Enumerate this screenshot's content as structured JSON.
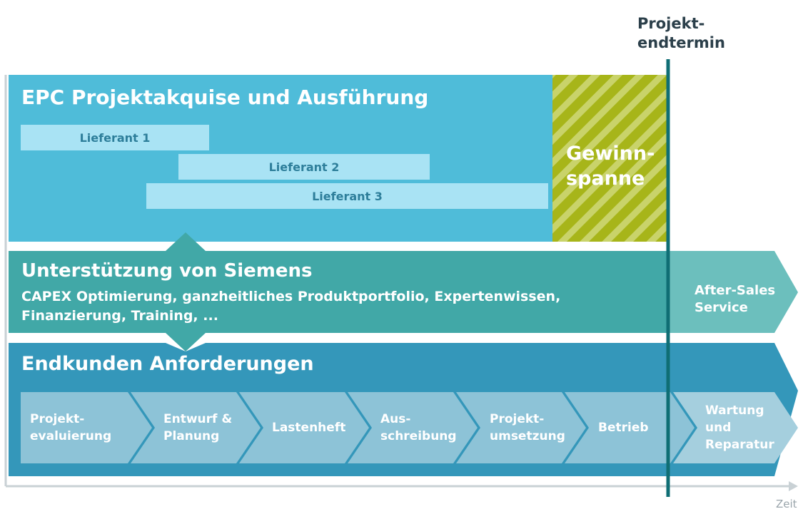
{
  "deadline": {
    "line1": "Projekt-",
    "line2": "endtermin"
  },
  "epc": {
    "title": "EPC Projektakquise und Ausführung",
    "suppliers": [
      "Lieferant 1",
      "Lieferant 2",
      "Lieferant 3"
    ]
  },
  "margin": {
    "line1": "Gewinn-",
    "line2": "spanne"
  },
  "support": {
    "title": "Unterstützung von Siemens",
    "desc_line1": "CAPEX Optimierung, ganzheitliches Produktportfolio, Expertenwissen,",
    "desc_line2": "Finanzierung, Training, ...",
    "after_sales_line1": "After-Sales",
    "after_sales_line2": "Service"
  },
  "end_customer": {
    "title": "Endkunden Anforderungen",
    "steps": [
      {
        "lines": [
          "Projekt-",
          "evaluierung"
        ]
      },
      {
        "lines": [
          "Entwurf &",
          "Planung"
        ]
      },
      {
        "lines": [
          "Lastenheft"
        ]
      },
      {
        "lines": [
          "Aus-",
          "schreibung"
        ]
      },
      {
        "lines": [
          "Projekt-",
          "umsetzung"
        ]
      },
      {
        "lines": [
          "Betrieb"
        ]
      },
      {
        "lines": [
          "Wartung",
          "und",
          "Reparatur"
        ]
      }
    ]
  },
  "axis": {
    "time_label": "Zeit"
  },
  "colors": {
    "epc_blue": "#4fbcd9",
    "supplier_bar": "#a9e3f4",
    "margin_green": "#a7b519",
    "support_teal": "#41a8a7",
    "after_sales_teal": "#6cbfbd",
    "end_customer_blue": "#3497ba",
    "step_chevron": "#8dc3d7",
    "deadline_line": "#0f6e74"
  }
}
